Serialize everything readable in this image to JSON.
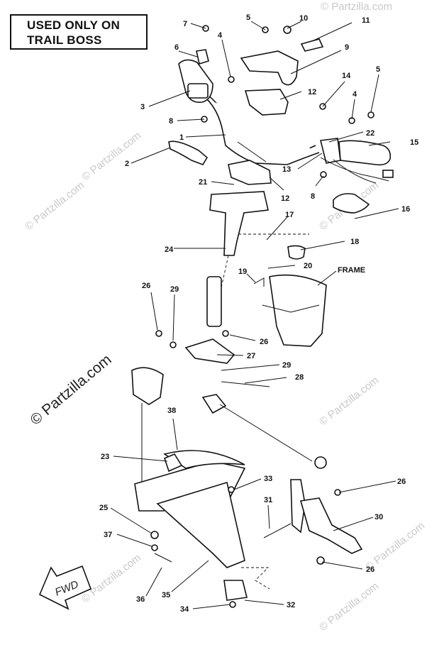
{
  "note": {
    "line1": "USED ONLY ON",
    "line2": "TRAIL BOSS"
  },
  "labels": {
    "p1": "1",
    "p2": "2",
    "p3": "3",
    "p4a": "4",
    "p4b": "4",
    "p5a": "5",
    "p5b": "5",
    "p6": "6",
    "p7": "7",
    "p8a": "8",
    "p8b": "8",
    "p9": "9",
    "p10": "10",
    "p11": "11",
    "p12a": "12",
    "p12b": "12",
    "p13": "13",
    "p14": "14",
    "p15": "15",
    "p16": "16",
    "p17": "17",
    "p18": "18",
    "p19": "19",
    "p20": "20",
    "frame": "FRAME",
    "p21": "21",
    "p22": "22",
    "p23": "23",
    "p24": "24",
    "p25": "25",
    "p26a": "26",
    "p26b": "26",
    "p26c": "26",
    "p26d": "26",
    "p27": "27",
    "p28": "28",
    "p29a": "29",
    "p29b": "29",
    "p30": "30",
    "p31": "31",
    "p32": "32",
    "p33": "33",
    "p34": "34",
    "p35": "35",
    "p36": "36",
    "p37": "37",
    "p38": "38"
  },
  "fwd_label": "FWD",
  "watermark": {
    "main": "© Partzilla.com",
    "repeat": "© Partzilla.com"
  }
}
